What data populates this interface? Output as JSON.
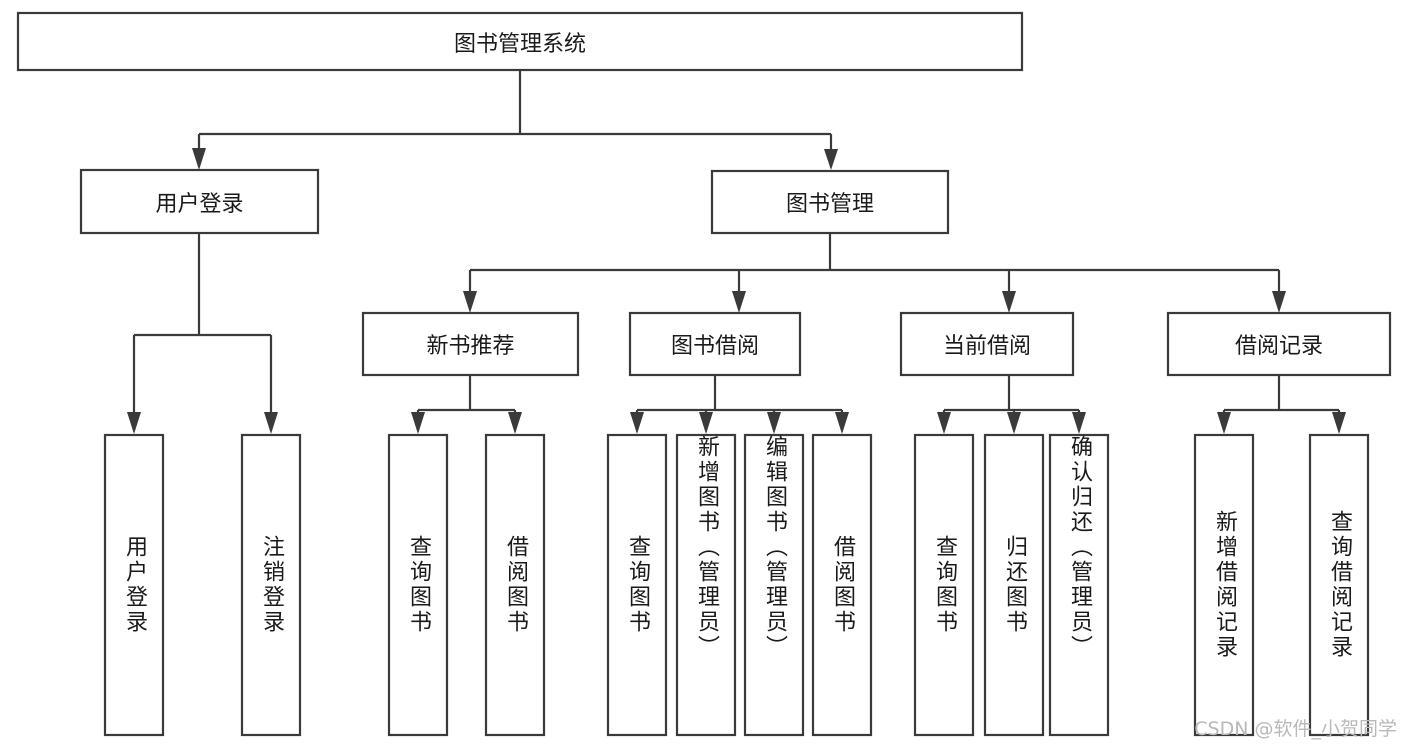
{
  "diagram": {
    "type": "tree",
    "title": "图书管理系统",
    "watermark": "CSDN @软件_小贺同学",
    "root": {
      "id": "root",
      "label": "图书管理系统",
      "orientation": "horizontal"
    },
    "level2": [
      {
        "id": "user-login",
        "label": "用户登录",
        "orientation": "horizontal"
      },
      {
        "id": "book-manage",
        "label": "图书管理",
        "orientation": "horizontal"
      }
    ],
    "level3": [
      {
        "id": "new-book-recommend",
        "label": "新书推荐",
        "orientation": "horizontal",
        "parent": "book-manage"
      },
      {
        "id": "book-borrow",
        "label": "图书借阅",
        "orientation": "horizontal",
        "parent": "book-manage"
      },
      {
        "id": "current-borrow",
        "label": "当前借阅",
        "orientation": "horizontal",
        "parent": "book-manage"
      },
      {
        "id": "borrow-record",
        "label": "借阅记录",
        "orientation": "horizontal",
        "parent": "book-manage"
      }
    ],
    "leaves": [
      {
        "id": "leaf-user-login",
        "label": "用户登录",
        "orientation": "vertical",
        "parent": "user-login"
      },
      {
        "id": "leaf-logout",
        "label": "注销登录",
        "orientation": "vertical",
        "parent": "user-login"
      },
      {
        "id": "leaf-query-book-1",
        "label": "查询图书",
        "orientation": "vertical",
        "parent": "new-book-recommend"
      },
      {
        "id": "leaf-borrow-book-1",
        "label": "借阅图书",
        "orientation": "vertical",
        "parent": "new-book-recommend"
      },
      {
        "id": "leaf-query-book-2",
        "label": "查询图书",
        "orientation": "vertical",
        "parent": "book-borrow"
      },
      {
        "id": "leaf-add-book",
        "label": "新增图书（管理员）",
        "orientation": "vertical",
        "parent": "book-borrow"
      },
      {
        "id": "leaf-edit-book",
        "label": "编辑图书（管理员）",
        "orientation": "vertical",
        "parent": "book-borrow"
      },
      {
        "id": "leaf-borrow-book-2",
        "label": "借阅图书",
        "orientation": "vertical",
        "parent": "book-borrow"
      },
      {
        "id": "leaf-query-book-3",
        "label": "查询图书",
        "orientation": "vertical",
        "parent": "current-borrow"
      },
      {
        "id": "leaf-return-book",
        "label": "归还图书",
        "orientation": "vertical",
        "parent": "current-borrow"
      },
      {
        "id": "leaf-confirm-return",
        "label": "确认归还（管理员）",
        "orientation": "vertical",
        "parent": "current-borrow"
      },
      {
        "id": "leaf-add-record",
        "label": "新增借阅记录",
        "orientation": "vertical",
        "parent": "borrow-record"
      },
      {
        "id": "leaf-query-record",
        "label": "查询借阅记录",
        "orientation": "vertical",
        "parent": "borrow-record"
      }
    ],
    "colors": {
      "stroke": "#3a3a3a",
      "fill": "#ffffff",
      "text": "#1a1a1a",
      "watermark": "#b9b9b9",
      "background": "#ffffff"
    }
  }
}
